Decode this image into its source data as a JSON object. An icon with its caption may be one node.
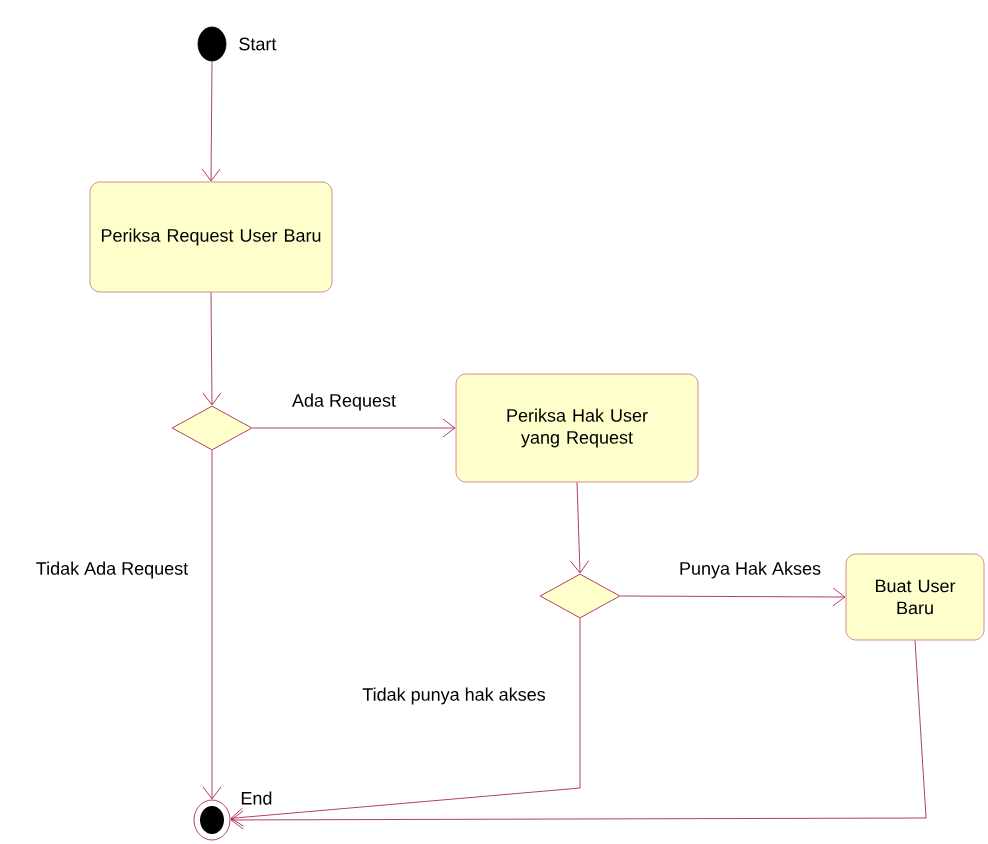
{
  "diagram": {
    "nodes": [
      {
        "text": [],
        "shape": "circle",
        "beside": [
          "Start"
        ]
      },
      {
        "text": [
          "Periksa Request User Baru"
        ]
      },
      {
        "text": [],
        "shape": "diamond"
      },
      {
        "text": [
          "Periksa Hak User yang Request"
        ]
      },
      {
        "text": [],
        "shape": "diamond"
      },
      {
        "text": [
          "Buat User Baru"
        ]
      },
      {
        "text": [],
        "shape": "circle",
        "beside": [
          "End"
        ]
      }
    ],
    "edges": [
      {
        "from": 0,
        "to": 1,
        "arrow": "to"
      },
      {
        "from": 1,
        "to": 2,
        "arrow": "to"
      },
      {
        "from": 2,
        "to": 3,
        "arrow": "to",
        "label": "Ada Request"
      },
      {
        "from": 2,
        "to": 6,
        "arrow": "to",
        "label": "Tidak Ada Request"
      },
      {
        "from": 3,
        "to": 4,
        "arrow": "to"
      },
      {
        "from": 4,
        "to": 5,
        "arrow": "to",
        "label": "Punya Hak Akses"
      },
      {
        "from": 4,
        "to": 6,
        "arrow": "to",
        "label": "Tidak punya hak akses"
      },
      {
        "from": 5,
        "to": 6,
        "arrow": "to"
      }
    ]
  }
}
